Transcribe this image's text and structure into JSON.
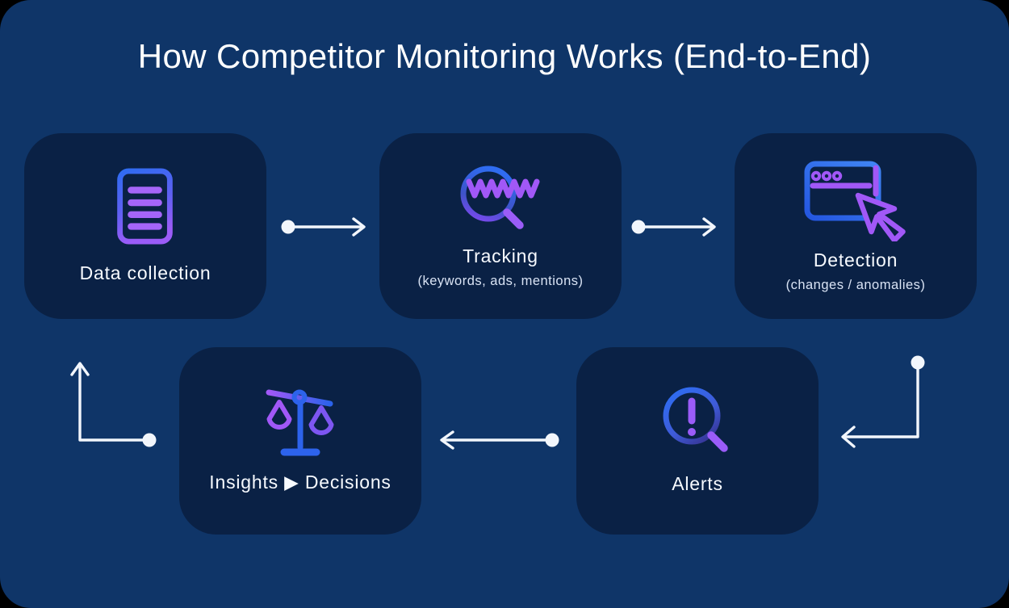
{
  "title": "How Competitor Monitoring Works (End-to-End)",
  "nodes": [
    {
      "id": "data-collection",
      "label": "Data collection",
      "subtitle": "",
      "icon": "document-icon"
    },
    {
      "id": "tracking",
      "label": "Tracking",
      "subtitle": "(keywords, ads, mentions)",
      "icon": "magnifier-www-icon"
    },
    {
      "id": "detection",
      "label": "Detection",
      "subtitle": "(changes / anomalies)",
      "icon": "browser-cursor-icon"
    },
    {
      "id": "insights-decisions",
      "label": "Insights ▶ Decisions",
      "subtitle": "",
      "icon": "balance-scale-icon"
    },
    {
      "id": "alerts",
      "label": "Alerts",
      "subtitle": "",
      "icon": "magnifier-alert-icon"
    }
  ],
  "flow": [
    {
      "from": "data-collection",
      "to": "tracking"
    },
    {
      "from": "tracking",
      "to": "detection"
    },
    {
      "from": "detection",
      "to": "alerts"
    },
    {
      "from": "alerts",
      "to": "insights-decisions"
    },
    {
      "from": "insights-decisions",
      "to": "data-collection"
    }
  ],
  "colors": {
    "background": "#0f3568",
    "card": "#0a2145",
    "icon_blue": "#2f6cf1",
    "icon_purple": "#a158f7",
    "arrow": "#f2f6fc",
    "title_text": "#ffffff",
    "subtitle_text": "#d9e3f4"
  }
}
